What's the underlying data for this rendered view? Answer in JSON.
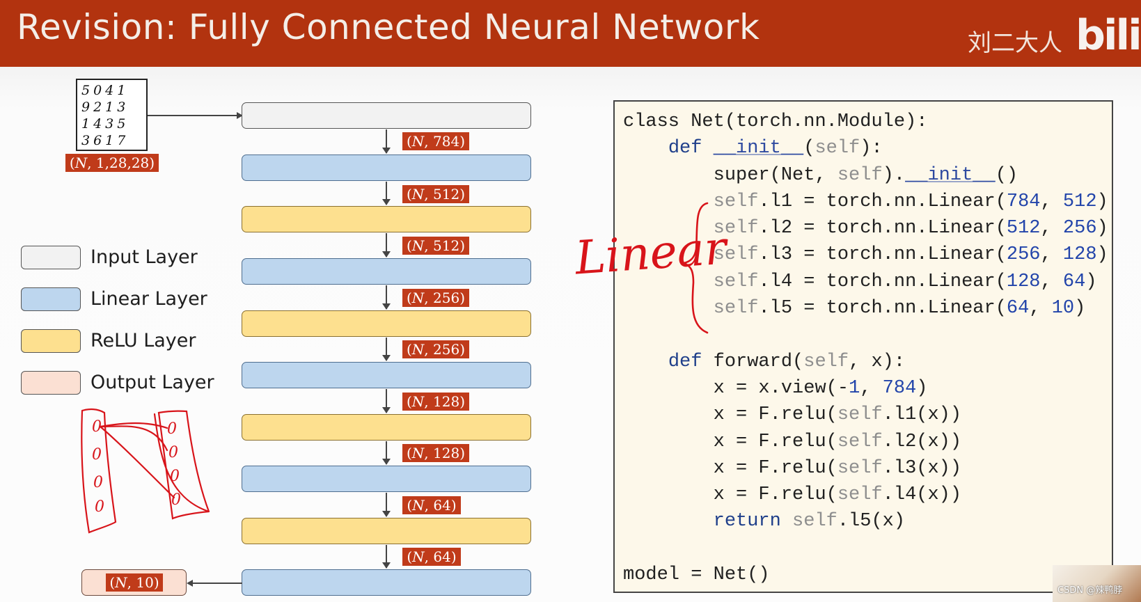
{
  "slide": {
    "title": "Revision: Fully Connected Neural Network",
    "watermark": "刘二大人",
    "logo_text": "bilib"
  },
  "input_image": {
    "digits_rows": [
      "5041",
      "9213",
      "1435",
      "3617"
    ]
  },
  "shapes": {
    "input": "(𝑁, 1,28,28)",
    "s784": "(𝑁, 784)",
    "s512a": "(𝑁, 512)",
    "s512b": "(𝑁, 512)",
    "s256a": "(𝑁, 256)",
    "s256b": "(𝑁, 256)",
    "s128a": "(𝑁, 128)",
    "s128b": "(𝑁, 128)",
    "s64a": "(𝑁, 64)",
    "s64b": "(𝑁, 64)",
    "output": "(𝑁, 10)"
  },
  "layers": [
    "input",
    "linear",
    "relu",
    "linear",
    "relu",
    "linear",
    "relu",
    "linear",
    "relu",
    "linear"
  ],
  "legend": {
    "input": "Input Layer",
    "linear": "Linear Layer",
    "relu": "ReLU Layer",
    "output": "Output Layer"
  },
  "colors": {
    "title_bar": "#b2330f",
    "input_layer": "#f2f2f2",
    "linear_layer": "#bdd6ee",
    "relu_layer": "#fde08f",
    "output_layer": "#fbe0d3",
    "shape_tag": "#c03b1a",
    "annotation": "#d8141a"
  },
  "code": {
    "l1": "class Net(torch.nn.Module):",
    "l2_kw": "def",
    "l2_fn": "__init__",
    "l2_rest_a": "(",
    "l2_self": "self",
    "l2_rest_b": "):",
    "l3_a": "super(Net, ",
    "l3_self": "self",
    "l3_b": ").",
    "l3_init": "__init__",
    "l3_c": "()",
    "lin1": {
      "name": ".l1 = torch.nn.Linear(",
      "a": "784",
      "b": "512"
    },
    "lin2": {
      "name": ".l2 = torch.nn.Linear(",
      "a": "512",
      "b": "256"
    },
    "lin3": {
      "name": ".l3 = torch.nn.Linear(",
      "a": "256",
      "b": "128"
    },
    "lin4": {
      "name": ".l4 = torch.nn.Linear(",
      "a": "128",
      "b": "64"
    },
    "lin5": {
      "name": ".l5 = torch.nn.Linear(",
      "a": "64",
      "b": "10"
    },
    "f_kw": "def",
    "f_sig_a": "forward(",
    "f_sig_b": ", x):",
    "view_a": "x = x.view(-",
    "view_n1": "1",
    "view_n2": "784",
    "relu1": ".l1(x))",
    "relu2": ".l2(x))",
    "relu3": ".l3(x))",
    "relu4": ".l4(x))",
    "relu_prefix": "x = F.relu(",
    "ret_kw": "return",
    "ret_rest": ".l5(x)",
    "model": "model = Net()",
    "self_word": "self"
  },
  "annotation": {
    "handwritten": "Linear"
  },
  "footer": {
    "credit": "CSDN @辣鸭脖"
  }
}
